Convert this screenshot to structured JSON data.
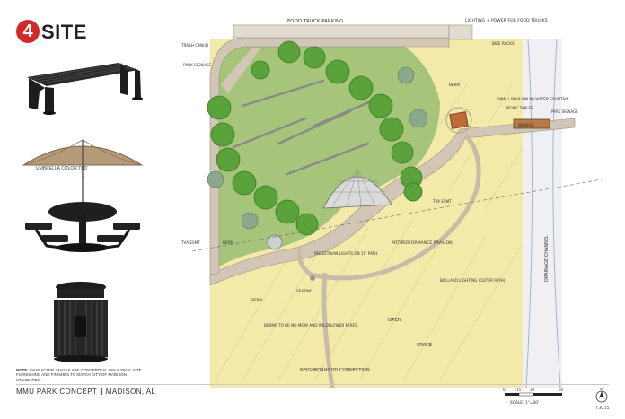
{
  "brand": {
    "logo_number": "4",
    "logo_word": "SITE",
    "accent_color": "#d22a2a"
  },
  "furniture": {
    "bench_label": "",
    "umbrella_label": "UMBRELLA COLOR TBD",
    "table_label": "",
    "trash_label": ""
  },
  "note": {
    "bold": "NOTE:",
    "text": "CHARACTER IMAGES ARE CONCEPTUAL ONLY. FINAL SITE FURNISHING AND FINISHES TO MATCH CITY OF MADISON STANDARDS."
  },
  "footer": {
    "project": "MMU PARK CONCEPT",
    "city": "MADISON, AL"
  },
  "scale": {
    "ticks": [
      "0",
      "15",
      "30",
      "60"
    ],
    "label": "SCALE: 1\"=30'",
    "north": "N",
    "date": "7.30.15"
  },
  "plan_labels": {
    "food_truck": "FOOD TRUCK PARKING",
    "lighting_power": "LIGHTING + POWER FOR FOOD TRUCKS",
    "trash_cans": "TRASH CAN(4)",
    "park_signage": "PARK SIGNAGE",
    "bike_racks": "BIKE RACKS",
    "berm_top": "BERM",
    "small_pavilion": "SMALL PAVILION W/ WATER FOUNTAIN",
    "picnic": "PICNIC TABLES",
    "bridge": "BRIDGE",
    "park_signage_right": "PARK SIGNAGE",
    "drainage": "DRAINAGE CHANNEL",
    "tva_right": "TVA ESMT",
    "tva_left": "TVA ESMT",
    "berm_left": "BERM",
    "berm_lower": "BERM",
    "art_pavilion": "ART/PERFORMANCE PAVILION",
    "pedestrian": "PEDESTRIAN LIGHTS ON 10' PATH",
    "seating": "SEATING",
    "bollard": "BOLLARD LIGHTING (OUTER PATH)",
    "open": "OPEN",
    "space": "SPACE",
    "berms_mow": "BERMS TO BE NO MOW AND WILDFLOWER MIXES",
    "neighborhood": "NEIGHBORHOOD CONNECTION"
  },
  "colors": {
    "grass": "#9fbf72",
    "trees": "#5aa43c",
    "open_field": "#f2e8a8",
    "path": "#cfc4b4",
    "water": "#e9edf2"
  }
}
